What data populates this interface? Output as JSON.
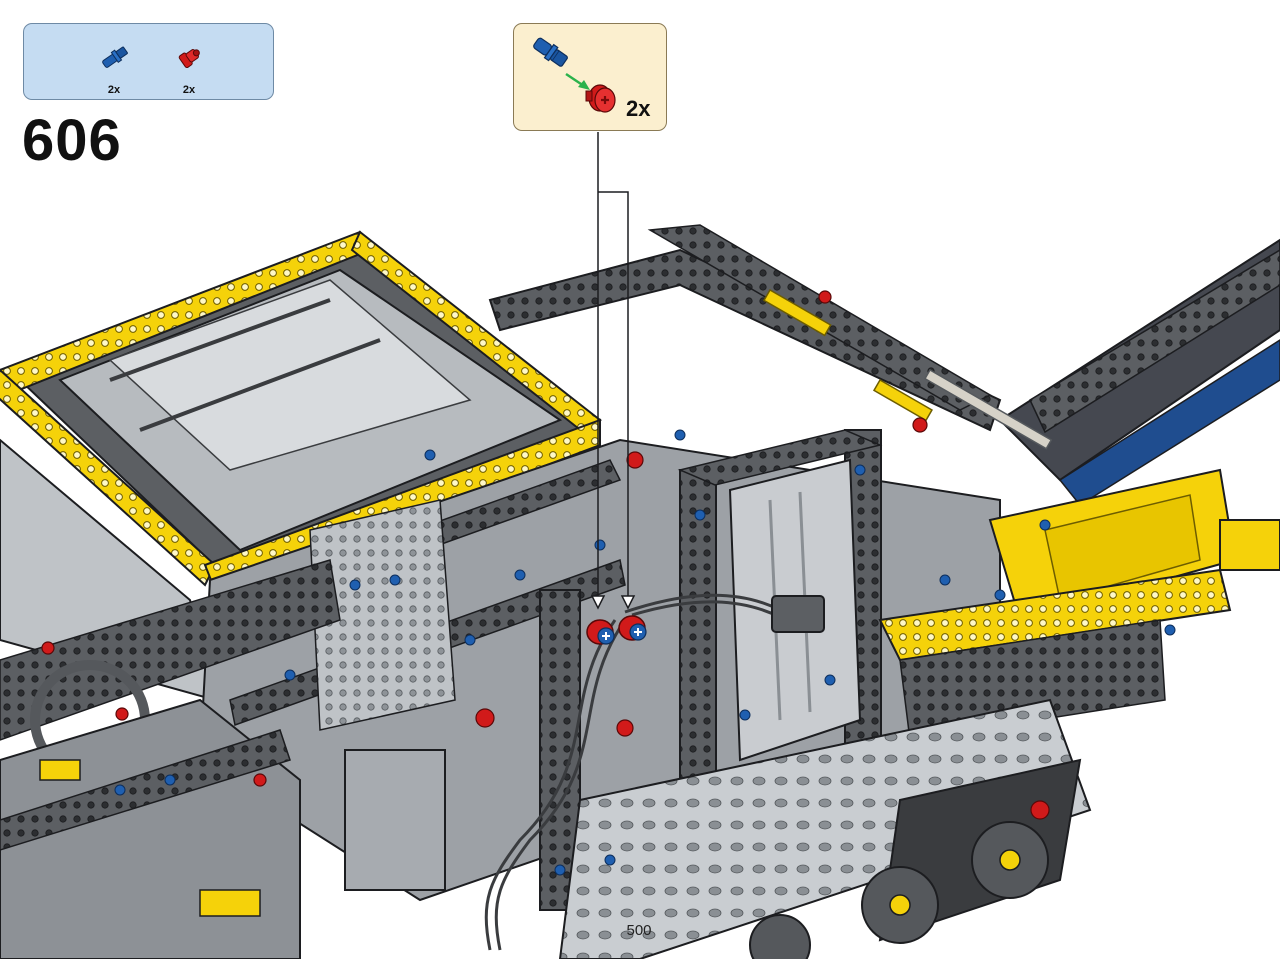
{
  "step": {
    "number": "606"
  },
  "parts_list": {
    "items": [
      {
        "name": "blue-axle-pin",
        "qty": "2x",
        "color": "#1f5fb0"
      },
      {
        "name": "red-bush",
        "qty": "2x",
        "color": "#d11a1a"
      }
    ]
  },
  "callout": {
    "qty": "2x",
    "assembly": "blue axle pin into red bush",
    "arrow_color": "#2bb24c"
  },
  "page": {
    "number": "500"
  },
  "colors": {
    "yellow": "#f5d20a",
    "dark_gray": "#5c5f63",
    "light_gray": "#bfc3c7",
    "blue": "#1f5fb0",
    "red": "#d11a1a"
  }
}
